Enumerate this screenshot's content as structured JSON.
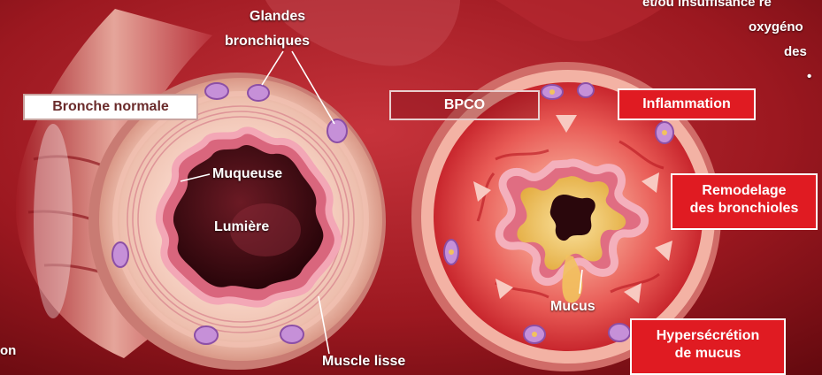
{
  "labels": {
    "glandes_line1": "Glandes",
    "glandes_line2": "bronchiques",
    "bronche_normale": "Bronche normale",
    "bpco": "BPCO",
    "inflammation": "Inflammation",
    "remodelage_line1": "Remodelage",
    "remodelage_line2": "des bronchioles",
    "muqueuse": "Muqueuse",
    "lumiere": "Lumière",
    "mucus": "Mucus",
    "hypersecretion_line1": "Hypersécrétion",
    "hypersecretion_line2": "de mucus",
    "muscle_lisse": "Muscle lisse"
  },
  "clipped_text": {
    "top_right_line1": "et/ou insuffisance re",
    "top_right_line2": "oxygéno",
    "top_right_line3": "des",
    "top_right_bullet": "•",
    "bottom_left": "on"
  },
  "colors": {
    "background": "#7a0d12",
    "label_red": "#e01b22",
    "muscle": "#e2a59a",
    "mucosa": "#d9667d",
    "lumen": "#3a0a10",
    "mucus": "#f0c35a",
    "gland": "#b77fd0"
  }
}
